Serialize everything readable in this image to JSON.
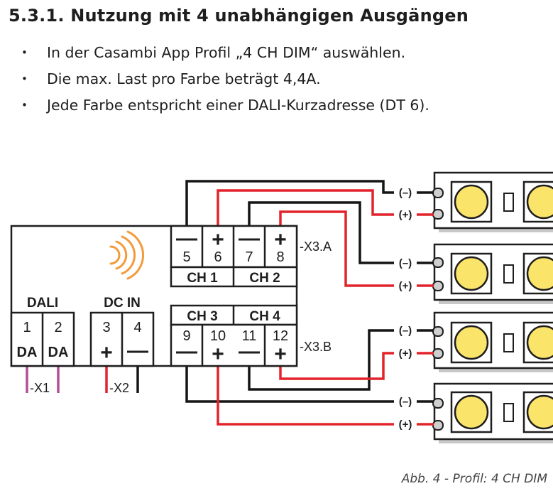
{
  "heading": "5.3.1.  Nutzung mit 4 unabhängigen Ausgängen",
  "bullets": [
    "In der Casambi App Profil „4 CH DIM“ auswählen.",
    "Die max. Last pro Farbe beträgt 4,4A.",
    "Jede Farbe entspricht einer DALI-Kurzadresse (DT 6)."
  ],
  "bullet_symbol": "•",
  "device": {
    "dali_label": "DALI",
    "dcin_label": "DC IN",
    "dali_terminals": [
      {
        "num": "1",
        "sym": "DA"
      },
      {
        "num": "2",
        "sym": "DA"
      }
    ],
    "dc_terminals": [
      {
        "num": "3",
        "sym": "+"
      },
      {
        "num": "4",
        "sym": "—"
      }
    ],
    "x3a_terminals": [
      {
        "num": "5",
        "sym": "—"
      },
      {
        "num": "6",
        "sym": "+"
      },
      {
        "num": "7",
        "sym": "—"
      },
      {
        "num": "8",
        "sym": "+"
      }
    ],
    "x3b_terminals": [
      {
        "num": "9",
        "sym": "—"
      },
      {
        "num": "10",
        "sym": "+"
      },
      {
        "num": "11",
        "sym": "—"
      },
      {
        "num": "12",
        "sym": "+"
      }
    ],
    "channels": [
      "CH 1",
      "CH 2",
      "CH 3",
      "CH 4"
    ],
    "labels": {
      "x3a": "-X3.A",
      "x3b": "-X3.B",
      "x1": "-X1",
      "x2": "-X2"
    }
  },
  "polarity": {
    "neg": "(–)",
    "pos": "(+)"
  },
  "colors": {
    "wire_red": "#e3232b",
    "wire_black": "#151515",
    "dali_wire": "#b04f95",
    "wireless": "#f39a3a",
    "led_fill": "#fbe46a",
    "strip_shadow": "#c8c8c8"
  },
  "caption": "Abb. 4  -  Profil: 4 CH DIM"
}
